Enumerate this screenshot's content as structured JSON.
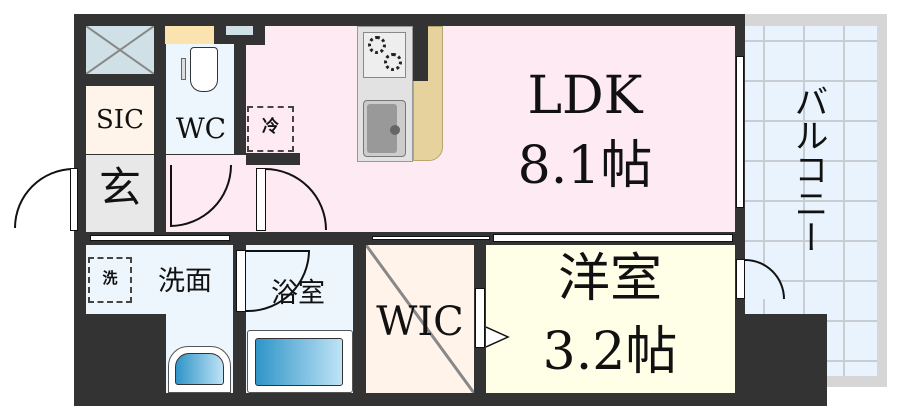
{
  "rooms": {
    "ldk": {
      "name": "LDK",
      "size": "8.1帖"
    },
    "western": {
      "name": "洋室",
      "size": "3.2帖"
    },
    "wic": "WIC",
    "sic": "SIC",
    "wc": "WC",
    "entrance": "玄",
    "washroom": "洗面",
    "bathroom": "浴室",
    "balcony": "バルコニー"
  },
  "fixtures": {
    "fridge": "冷",
    "washer": "洗"
  },
  "colors": {
    "wall": "#333333",
    "ldk": "#fdeaf2",
    "western": "#fffee6",
    "wic": "#fff3ea",
    "wet": "#eef6fd",
    "sic": "#fff4ea",
    "balcony": "#e8f3fd"
  }
}
